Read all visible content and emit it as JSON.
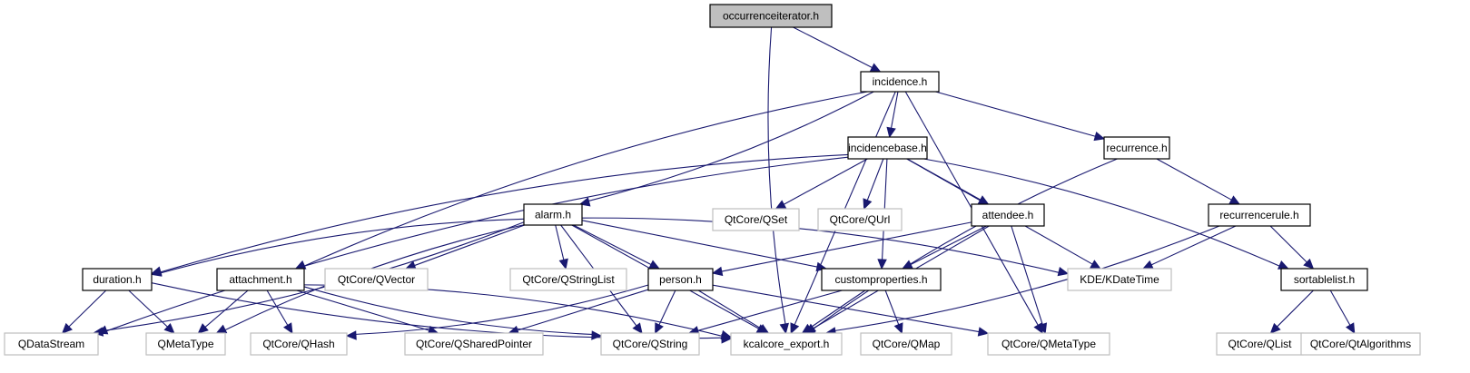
{
  "diagram": {
    "type": "include-dependency-graph",
    "colors": {
      "edge": "#191970",
      "root_fill": "#bfbfbf",
      "documented_border": "#000000",
      "external_border": "#bfbfbf",
      "external_text": "#000000"
    },
    "nodes": [
      {
        "id": "occurrenceiterator",
        "label": "occurrenceiterator.h",
        "kind": "root"
      },
      {
        "id": "incidence",
        "label": "incidence.h",
        "kind": "documented"
      },
      {
        "id": "incidencebase",
        "label": "incidencebase.h",
        "kind": "documented"
      },
      {
        "id": "recurrence",
        "label": "recurrence.h",
        "kind": "documented"
      },
      {
        "id": "alarm",
        "label": "alarm.h",
        "kind": "documented"
      },
      {
        "id": "qset",
        "label": "QtCore/QSet",
        "kind": "external"
      },
      {
        "id": "qurl",
        "label": "QtCore/QUrl",
        "kind": "external"
      },
      {
        "id": "attendee",
        "label": "attendee.h",
        "kind": "documented"
      },
      {
        "id": "recurrencerule",
        "label": "recurrencerule.h",
        "kind": "documented"
      },
      {
        "id": "duration",
        "label": "duration.h",
        "kind": "documented"
      },
      {
        "id": "attachment",
        "label": "attachment.h",
        "kind": "documented"
      },
      {
        "id": "qvector",
        "label": "QtCore/QVector",
        "kind": "external"
      },
      {
        "id": "qstringlist",
        "label": "QtCore/QStringList",
        "kind": "external"
      },
      {
        "id": "person",
        "label": "person.h",
        "kind": "documented"
      },
      {
        "id": "customproperties",
        "label": "customproperties.h",
        "kind": "documented"
      },
      {
        "id": "kdatetime",
        "label": "KDE/KDateTime",
        "kind": "external"
      },
      {
        "id": "sortablelist",
        "label": "sortablelist.h",
        "kind": "documented"
      },
      {
        "id": "qdatastream",
        "label": "QDataStream",
        "kind": "external"
      },
      {
        "id": "qmetatype",
        "label": "QMetaType",
        "kind": "external"
      },
      {
        "id": "qhash",
        "label": "QtCore/QHash",
        "kind": "external"
      },
      {
        "id": "qsharedpointer",
        "label": "QtCore/QSharedPointer",
        "kind": "external"
      },
      {
        "id": "qstring",
        "label": "QtCore/QString",
        "kind": "external"
      },
      {
        "id": "kcalcore_export",
        "label": "kcalcore_export.h",
        "kind": "external"
      },
      {
        "id": "qmap",
        "label": "QtCore/QMap",
        "kind": "external"
      },
      {
        "id": "qtcore_qmetatype",
        "label": "QtCore/QMetaType",
        "kind": "external"
      },
      {
        "id": "qlist",
        "label": "QtCore/QList",
        "kind": "external"
      },
      {
        "id": "qtalgorithms",
        "label": "QtCore/QtAlgorithms",
        "kind": "external"
      }
    ],
    "edges": [
      [
        "occurrenceiterator",
        "incidence"
      ],
      [
        "occurrenceiterator",
        "kcalcore_export"
      ],
      [
        "incidence",
        "incidencebase"
      ],
      [
        "incidence",
        "recurrence"
      ],
      [
        "incidence",
        "alarm"
      ],
      [
        "incidence",
        "attachment"
      ],
      [
        "incidence",
        "kcalcore_export"
      ],
      [
        "incidence",
        "qtcore_qmetatype"
      ],
      [
        "incidencebase",
        "qset"
      ],
      [
        "incidencebase",
        "qurl"
      ],
      [
        "incidencebase",
        "attendee"
      ],
      [
        "incidencebase",
        "customproperties"
      ],
      [
        "incidencebase",
        "kdatetime"
      ],
      [
        "incidencebase",
        "duration"
      ],
      [
        "incidencebase",
        "sortablelist"
      ],
      [
        "incidencebase",
        "qdatastream"
      ],
      [
        "recurrence",
        "recurrencerule"
      ],
      [
        "recurrence",
        "kcalcore_export"
      ],
      [
        "recurrencerule",
        "kdatetime"
      ],
      [
        "recurrencerule",
        "sortablelist"
      ],
      [
        "recurrencerule",
        "kcalcore_export"
      ],
      [
        "alarm",
        "duration"
      ],
      [
        "alarm",
        "qvector"
      ],
      [
        "alarm",
        "qstringlist"
      ],
      [
        "alarm",
        "person"
      ],
      [
        "alarm",
        "customproperties"
      ],
      [
        "alarm",
        "kdatetime"
      ],
      [
        "alarm",
        "kcalcore_export"
      ],
      [
        "alarm",
        "qstring"
      ],
      [
        "alarm",
        "qmetatype"
      ],
      [
        "alarm",
        "qdatastream"
      ],
      [
        "attendee",
        "person"
      ],
      [
        "attendee",
        "customproperties"
      ],
      [
        "attendee",
        "kcalcore_export"
      ],
      [
        "attendee",
        "qtcore_qmetatype"
      ],
      [
        "duration",
        "qdatastream"
      ],
      [
        "duration",
        "qmetatype"
      ],
      [
        "duration",
        "kcalcore_export"
      ],
      [
        "attachment",
        "qmetatype"
      ],
      [
        "attachment",
        "qhash"
      ],
      [
        "attachment",
        "qsharedpointer"
      ],
      [
        "attachment",
        "qstring"
      ],
      [
        "attachment",
        "kcalcore_export"
      ],
      [
        "person",
        "qsharedpointer"
      ],
      [
        "person",
        "qstring"
      ],
      [
        "person",
        "kcalcore_export"
      ],
      [
        "person",
        "qhash"
      ],
      [
        "person",
        "qtcore_qmetatype"
      ],
      [
        "customproperties",
        "qstring"
      ],
      [
        "customproperties",
        "kcalcore_export"
      ],
      [
        "customproperties",
        "qmap"
      ],
      [
        "sortablelist",
        "qlist"
      ],
      [
        "sortablelist",
        "qtalgorithms"
      ]
    ]
  }
}
